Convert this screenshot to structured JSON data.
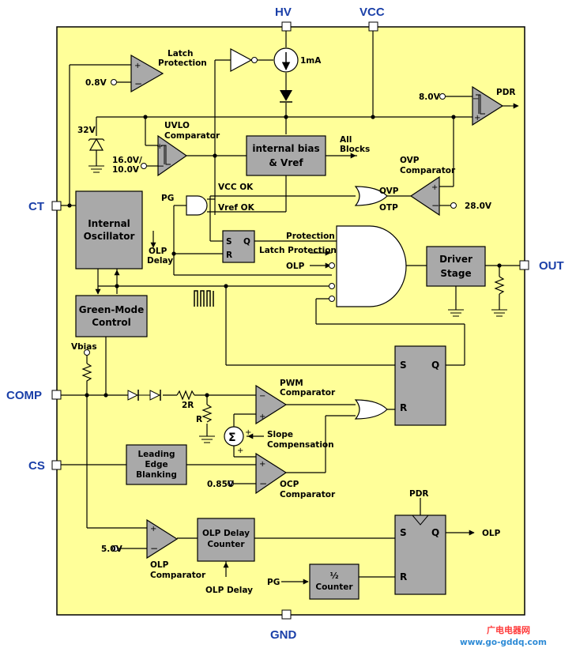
{
  "pins": {
    "hv": "HV",
    "vcc": "VCC",
    "ct": "CT",
    "comp": "COMP",
    "cs": "CS",
    "out": "OUT",
    "gnd": "GND"
  },
  "blocks": {
    "internal_bias": [
      "internal bias",
      "& Vref"
    ],
    "internal_oscillator": [
      "Internal",
      "Oscillator"
    ],
    "green_mode": [
      "Green-Mode",
      "Control"
    ],
    "driver_stage": [
      "Driver",
      "Stage"
    ],
    "leading_edge": [
      "Leading",
      "Edge",
      "Blanking"
    ],
    "olp_delay_counter": [
      "OLP Delay",
      "Counter"
    ],
    "half_counter": [
      "½",
      "Counter"
    ],
    "sr_latch_small": {
      "s": "S",
      "q": "Q",
      "r": "R"
    },
    "sr_latch_pwm": {
      "s": "S",
      "q": "Q",
      "r": "R"
    },
    "sr_latch_olp": {
      "s": "S",
      "q": "Q",
      "r": "R"
    }
  },
  "labels": {
    "latch_protection": [
      "Latch",
      "Protection"
    ],
    "v08": "0.8V",
    "one_ma": "1mA",
    "v32": "32V",
    "uvlo": [
      "UVLO",
      "Comparator"
    ],
    "v16": [
      "16.0V/",
      "10.0V"
    ],
    "all_blocks": [
      "All",
      "Blocks"
    ],
    "pdr_top": "PDR",
    "v8": "8.0V",
    "ovp_comp": [
      "OVP",
      "Comparator"
    ],
    "ovp": "OVP",
    "otp": "OTP",
    "v28": "28.0V",
    "vcc_ok": "VCC OK",
    "vref_ok": "Vref OK",
    "pg": "PG",
    "olp_delay_top": [
      "OLP",
      "Delay"
    ],
    "protection": "Protection",
    "latch_protection_in": "Latch Protection",
    "olp_in": "OLP",
    "vbias": "Vbias",
    "pwm_comp": [
      "PWM",
      "Comparator"
    ],
    "r2": "2R",
    "r1": "R",
    "sigma": "Σ",
    "slope": [
      "Slope",
      "Compensation"
    ],
    "v085": "0.85V",
    "ocp_comp": [
      "OCP",
      "Comparator"
    ],
    "pdr_bottom": "PDR",
    "olp_out": "OLP",
    "v50": "5.0V",
    "olp_comp": [
      "OLP",
      "Comparator"
    ],
    "olp_delay_bottom": "OLP Delay",
    "pg_bottom": "PG"
  },
  "watermark": {
    "line1": "广电电器网",
    "line2": "www.go-gddq.com"
  },
  "colors": {
    "chip_fill": "#ffff99",
    "block_fill": "#a9a9a9",
    "pin_text": "#1a3fa8",
    "watermark_red": "#ff3b3b",
    "watermark_blue": "#2e8bd6"
  }
}
